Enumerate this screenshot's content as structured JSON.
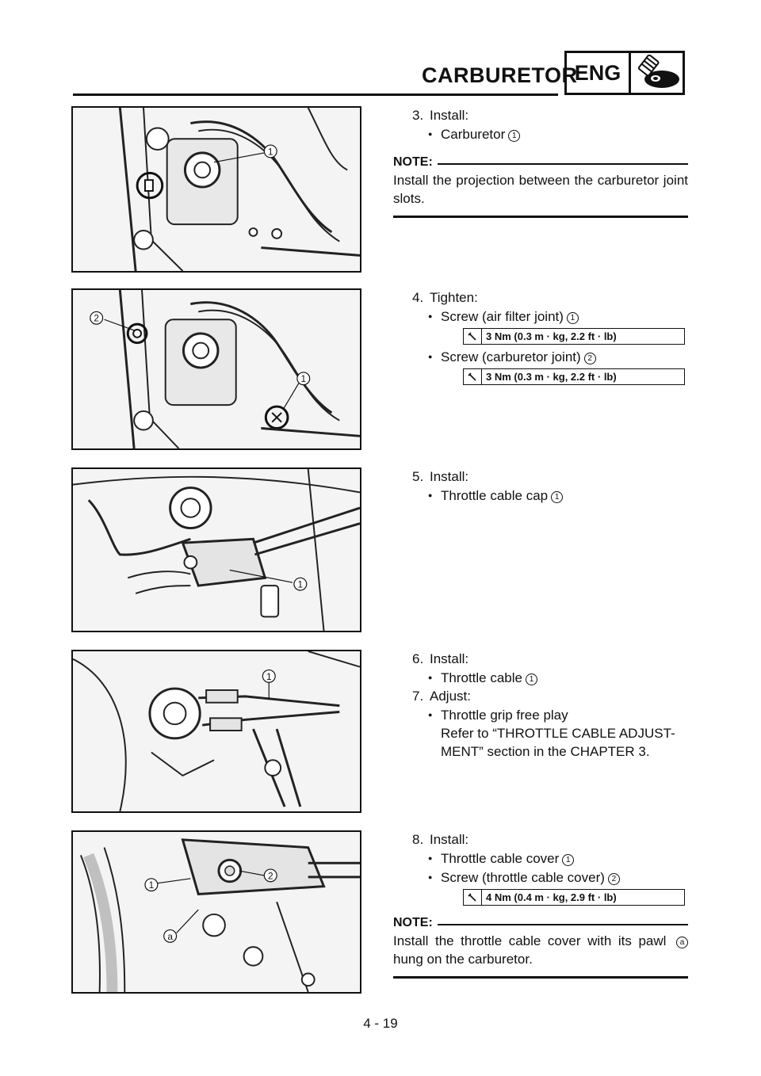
{
  "header": {
    "title": "CARBURETOR",
    "section": "ENG"
  },
  "page_number": "4 - 19",
  "figures": [
    {
      "callouts": [
        "1"
      ]
    },
    {
      "callouts": [
        "2",
        "1"
      ]
    },
    {
      "callouts": [
        "1"
      ]
    },
    {
      "callouts": [
        "1"
      ]
    },
    {
      "callouts": [
        "1",
        "2",
        "a"
      ]
    }
  ],
  "steps": [
    {
      "num": "3.",
      "action": "Install:",
      "items": [
        {
          "text": "Carburetor",
          "ref": "1"
        }
      ],
      "note_label": "NOTE:",
      "note": "Install the projection between the carburetor joint slots."
    },
    {
      "num": "4.",
      "action": "Tighten:",
      "items": [
        {
          "text": "Screw (air filter joint)",
          "ref": "1",
          "torque": "3 Nm (0.3 m · kg, 2.2 ft · lb)"
        },
        {
          "text": "Screw (carburetor joint)",
          "ref": "2",
          "torque": "3 Nm (0.3 m · kg, 2.2 ft · lb)"
        }
      ]
    },
    {
      "num": "5.",
      "action": "Install:",
      "items": [
        {
          "text": "Throttle cable cap",
          "ref": "1"
        }
      ]
    },
    {
      "num": "6.",
      "action": "Install:",
      "items": [
        {
          "text": "Throttle cable",
          "ref": "1"
        }
      ]
    },
    {
      "num": "7.",
      "action": "Adjust:",
      "items": [
        {
          "text": "Throttle grip free play"
        }
      ],
      "refer": "Refer to “THROTTLE CABLE ADJUST-MENT” section in the CHAPTER 3."
    },
    {
      "num": "8.",
      "action": "Install:",
      "items": [
        {
          "text": "Throttle cable cover",
          "ref": "1"
        },
        {
          "text": "Screw (throttle cable cover)",
          "ref": "2",
          "torque": "4 Nm (0.4 m · kg, 2.9 ft · lb)"
        }
      ],
      "note_label": "NOTE:",
      "note_pre": "Install the throttle cable cover with its pawl",
      "note_ref": "a",
      "note_post": "hung on the carburetor."
    }
  ],
  "icons": {
    "section_icon": "engine-wrench-icon",
    "torque_icon": "torque-wrench-icon",
    "bullet": "bullet-dot"
  }
}
